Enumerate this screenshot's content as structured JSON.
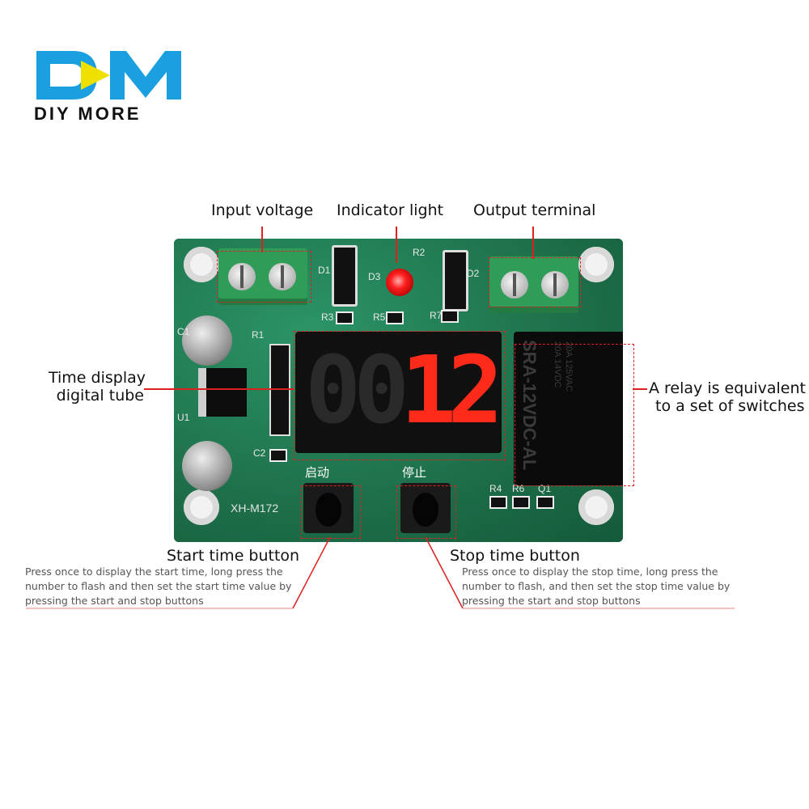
{
  "logo": {
    "brand": "DIY MORE"
  },
  "labels": {
    "input_voltage": "Input voltage",
    "indicator_light": "Indicator light",
    "output_terminal": "Output terminal",
    "time_display_line1": "Time display",
    "time_display_line2": "digital tube",
    "relay_line1": "A relay is equivalent",
    "relay_line2": "to a set of switches",
    "start_button": "Start time button",
    "start_desc_line1": "Press once to display the start time, long press the",
    "start_desc_line2": "number to flash and then set the start time value by",
    "start_desc_line3": "pressing the start and stop buttons",
    "stop_button": "Stop time button",
    "stop_desc_line1": "Press once to display the stop time, long press the",
    "stop_desc_line2": "number to flash, and then set the stop time value by",
    "stop_desc_line3": "pressing the start and stop buttons"
  },
  "board": {
    "model": "XH-M172",
    "start_cn": "启动",
    "stop_cn": "停止",
    "relay_model": "SRA-12VDC-AL",
    "relay_rating1": "20A 14VDC",
    "relay_rating2": "20A 125VAC",
    "display_digits": [
      "0",
      "0",
      "1",
      "2"
    ],
    "silk": [
      "D1",
      "D3",
      "D2",
      "R2",
      "R3",
      "R5",
      "R7",
      "R1",
      "U1",
      "C1",
      "C2",
      "R4",
      "R6",
      "Q1"
    ]
  },
  "colors": {
    "accent_red": "#e02020",
    "logo_blue": "#1aa0e0",
    "logo_yellow": "#f0e000",
    "pcb_green": "#1f7a52"
  }
}
